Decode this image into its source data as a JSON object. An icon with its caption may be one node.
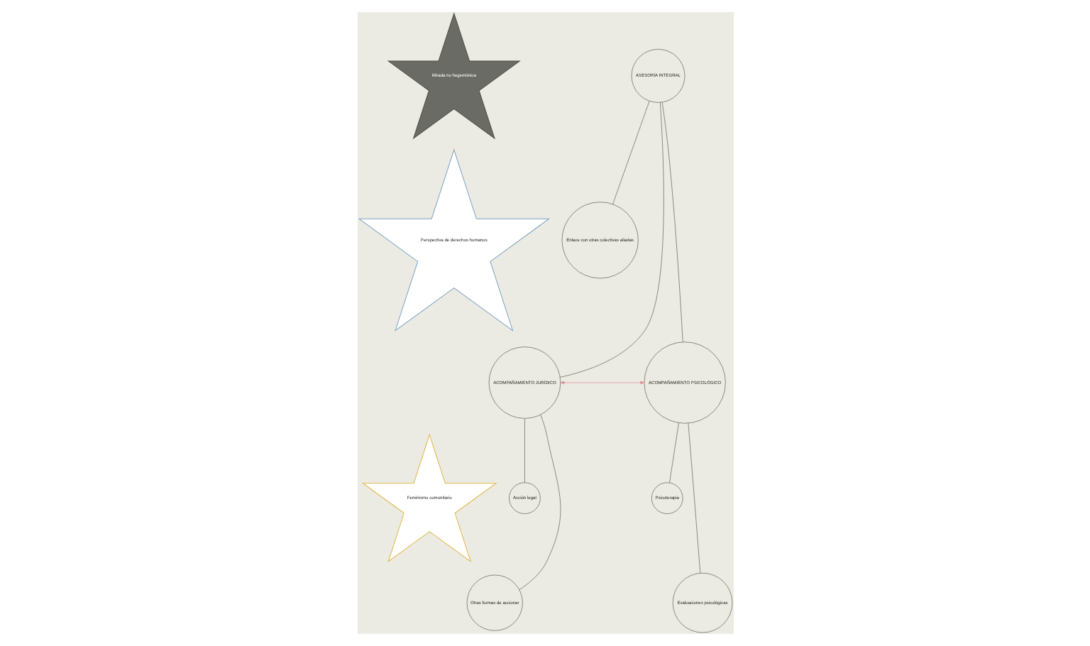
{
  "diagram": {
    "nodes": [
      {
        "text": [
          "Mirada no hegemónica"
        ]
      },
      {
        "text": [
          "ASESORÍA INTEGRAL"
        ]
      },
      {
        "text": [
          "Enlace con otras colectivas aliadas"
        ]
      },
      {
        "text": [
          "Perspectiva de derechos humanos"
        ]
      },
      {
        "text": [
          "ACOMPAÑAMIENTO JURÍDICO"
        ]
      },
      {
        "text": [
          "ACOMPAÑAMIENTO PSICOLÓGICO"
        ]
      },
      {
        "text": [
          "Feminismo comunitario"
        ]
      },
      {
        "text": [
          "Acción legal"
        ]
      },
      {
        "text": [
          "Psicoterapia"
        ]
      },
      {
        "text": [
          "Otras formas de accionar"
        ]
      },
      {
        "text": [
          "Evaluaciones psicológicas"
        ]
      }
    ],
    "edges": [
      {
        "from": 1,
        "to": 2,
        "arrow": "none"
      },
      {
        "from": 1,
        "to": 4,
        "arrow": "none"
      },
      {
        "from": 1,
        "to": 5,
        "arrow": "none"
      },
      {
        "from": 4,
        "to": 5,
        "arrow": "both",
        "color": "#e08a96"
      },
      {
        "from": 4,
        "to": 7,
        "arrow": "none"
      },
      {
        "from": 4,
        "to": 9,
        "arrow": "none"
      },
      {
        "from": 5,
        "to": 8,
        "arrow": "none"
      },
      {
        "from": 5,
        "to": 10,
        "arrow": "none"
      }
    ]
  }
}
